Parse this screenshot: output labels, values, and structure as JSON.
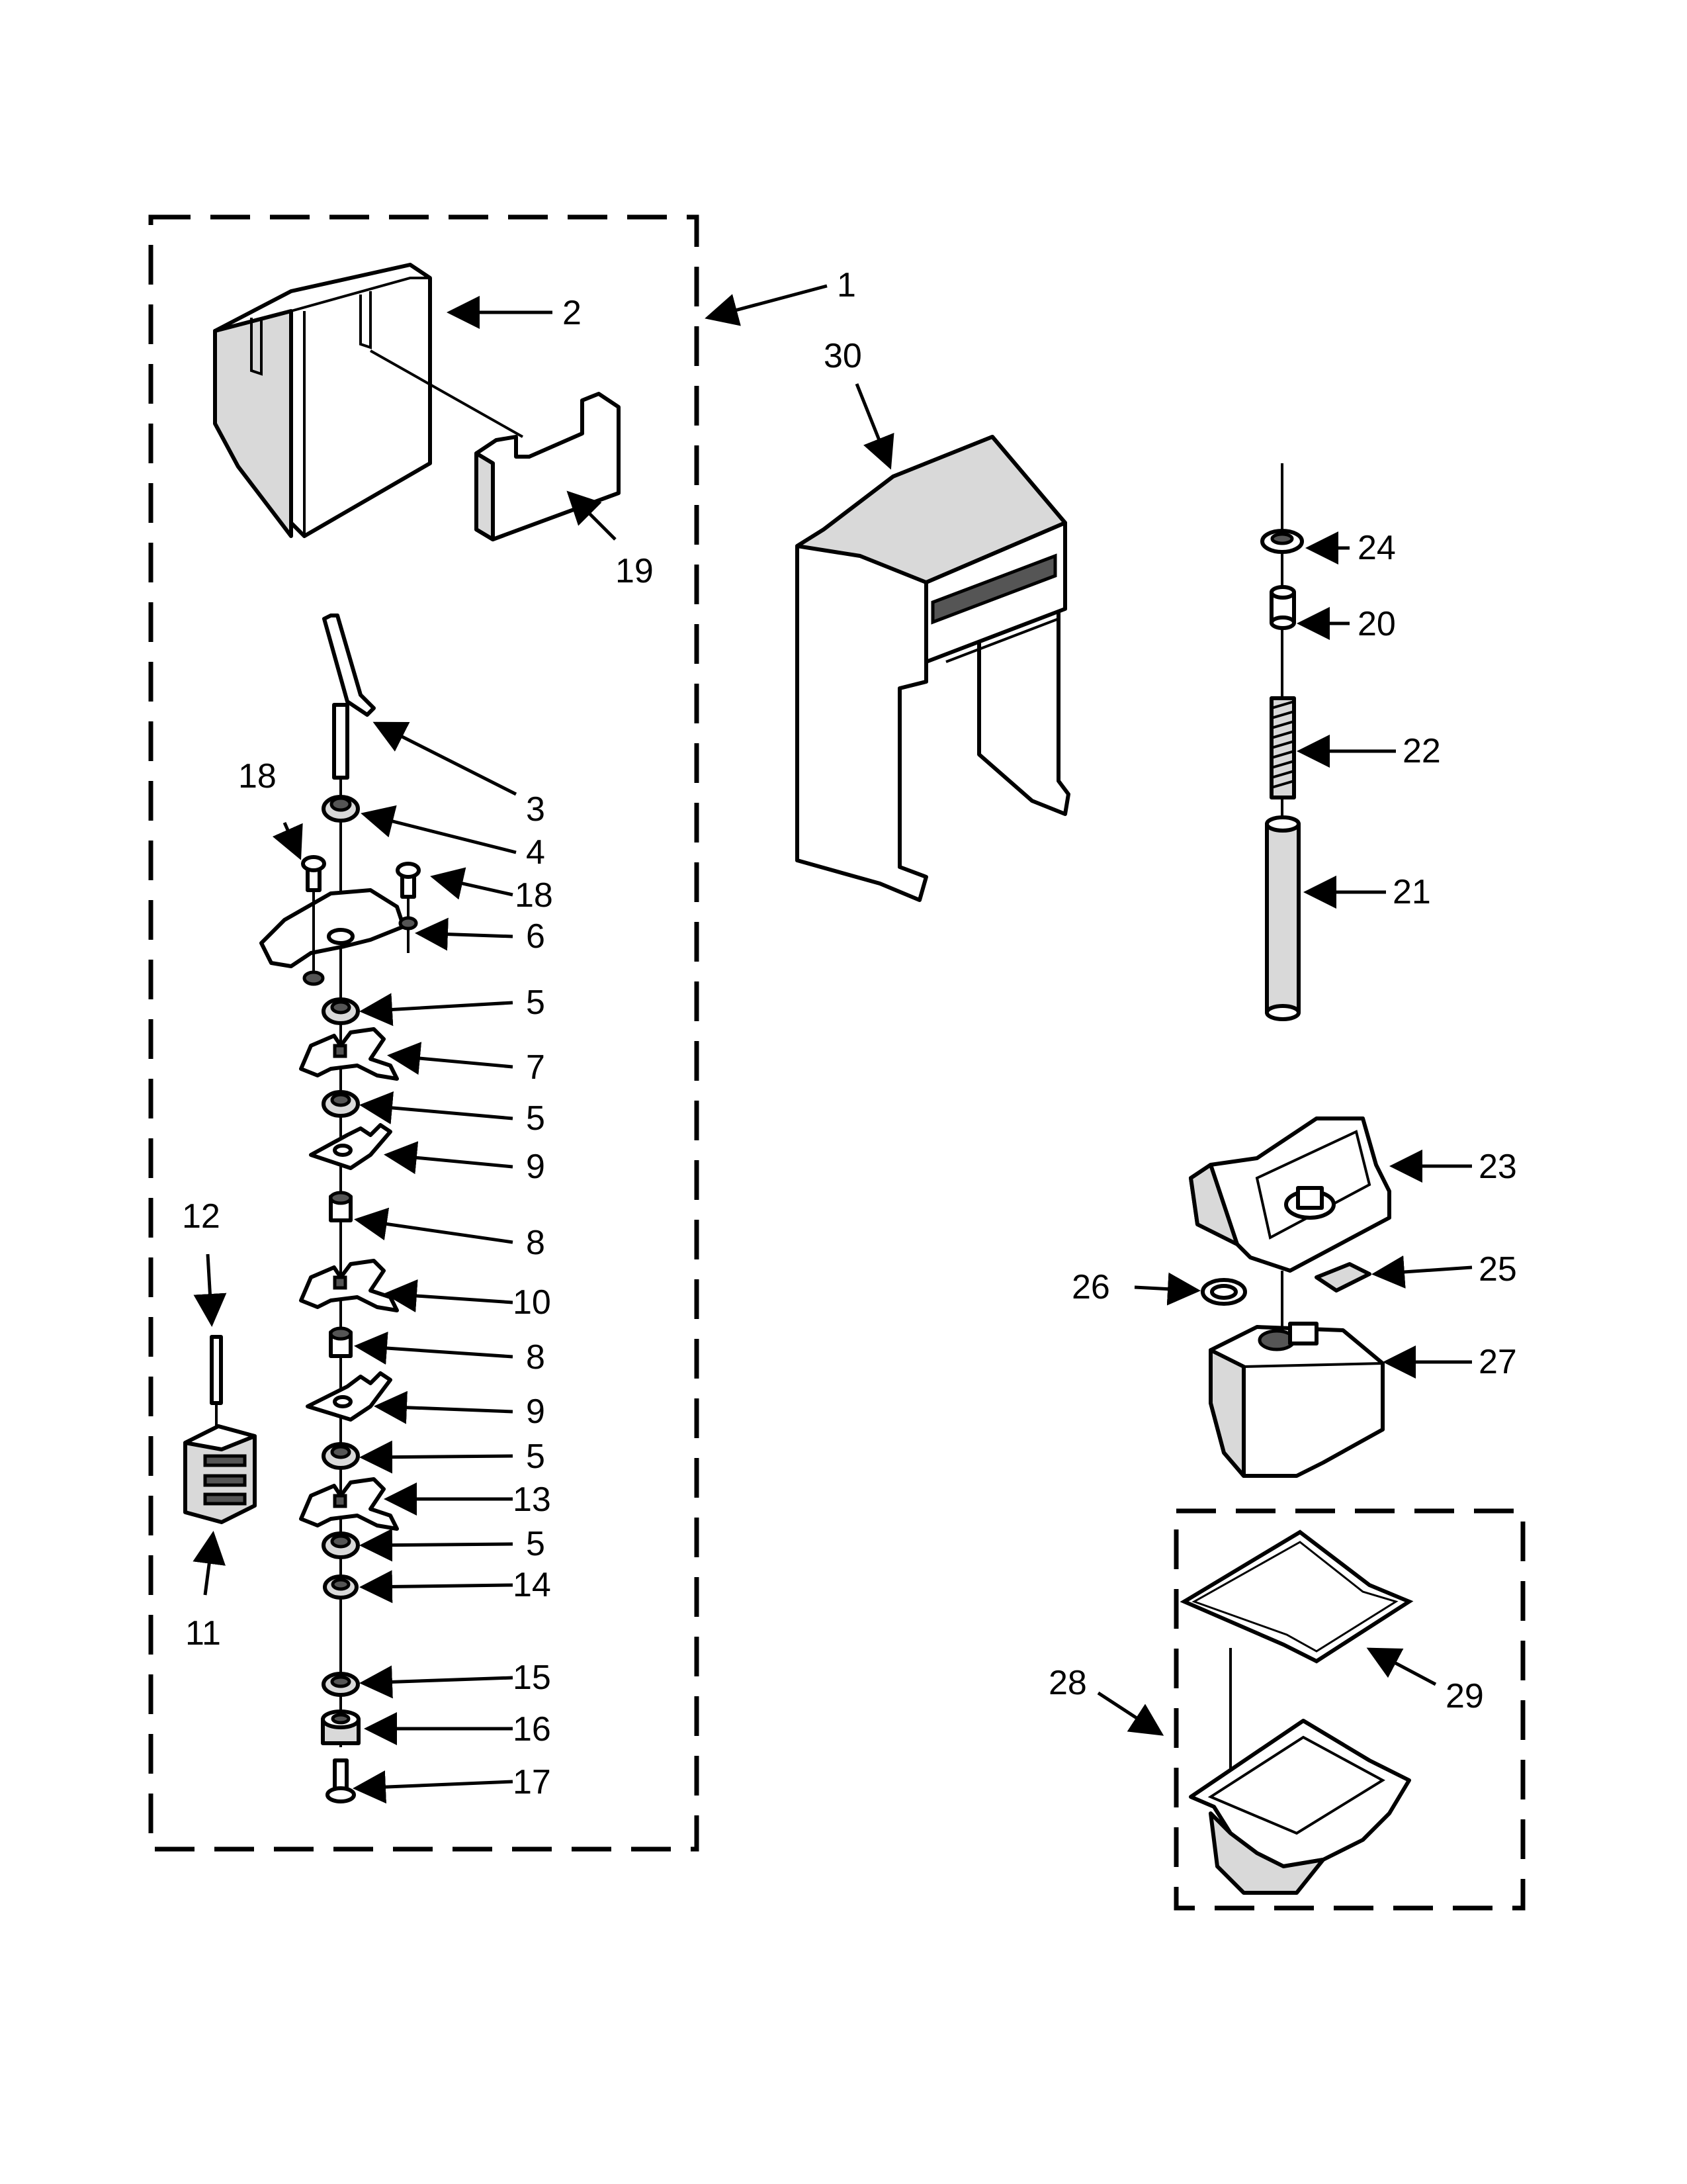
{
  "callouts": [
    {
      "id": "c1",
      "label": "1"
    },
    {
      "id": "c2",
      "label": "2"
    },
    {
      "id": "c30",
      "label": "30"
    },
    {
      "id": "c19",
      "label": "19"
    },
    {
      "id": "c24",
      "label": "24"
    },
    {
      "id": "c20",
      "label": "20"
    },
    {
      "id": "c22",
      "label": "22"
    },
    {
      "id": "c3",
      "label": "3"
    },
    {
      "id": "c18a",
      "label": "18"
    },
    {
      "id": "c4",
      "label": "4"
    },
    {
      "id": "c18b",
      "label": "18"
    },
    {
      "id": "c6",
      "label": "6"
    },
    {
      "id": "c21",
      "label": "21"
    },
    {
      "id": "c5a",
      "label": "5"
    },
    {
      "id": "c7",
      "label": "7"
    },
    {
      "id": "c5b",
      "label": "5"
    },
    {
      "id": "c9a",
      "label": "9"
    },
    {
      "id": "c23",
      "label": "23"
    },
    {
      "id": "c12",
      "label": "12"
    },
    {
      "id": "c8a",
      "label": "8"
    },
    {
      "id": "c25",
      "label": "25"
    },
    {
      "id": "c26",
      "label": "26"
    },
    {
      "id": "c10",
      "label": "10"
    },
    {
      "id": "c8b",
      "label": "8"
    },
    {
      "id": "c27",
      "label": "27"
    },
    {
      "id": "c9b",
      "label": "9"
    },
    {
      "id": "c5c",
      "label": "5"
    },
    {
      "id": "c13",
      "label": "13"
    },
    {
      "id": "c5d",
      "label": "5"
    },
    {
      "id": "c14",
      "label": "14"
    },
    {
      "id": "c11",
      "label": "11"
    },
    {
      "id": "c15",
      "label": "15"
    },
    {
      "id": "c28",
      "label": "28"
    },
    {
      "id": "c29",
      "label": "29"
    },
    {
      "id": "c16",
      "label": "16"
    },
    {
      "id": "c17",
      "label": "17"
    }
  ]
}
